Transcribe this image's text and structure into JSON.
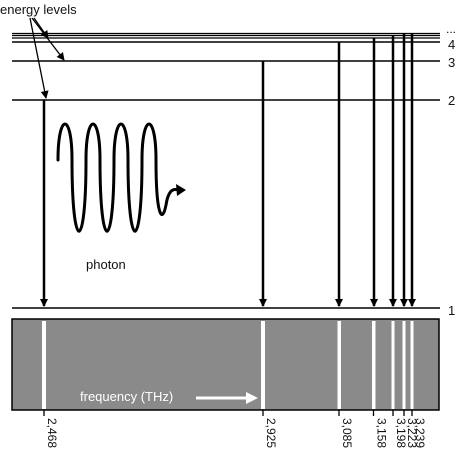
{
  "caption": "energy levels",
  "levels": [
    {
      "label": "1"
    },
    {
      "label": "2"
    },
    {
      "label": "3"
    },
    {
      "label": "4"
    },
    {
      "label": "..."
    }
  ],
  "photon_label": "photon",
  "frequency_label": "frequency (THz)",
  "spectrum": {
    "unit": "THz",
    "background_color": "#8a8a8a",
    "line_color": "#ffffff",
    "lines": [
      {
        "value": "2,468"
      },
      {
        "value": "2,925"
      },
      {
        "value": "3,085"
      },
      {
        "value": "3,158"
      },
      {
        "value": "3,198"
      },
      {
        "value": "3,223"
      },
      {
        "value": "3,239"
      }
    ]
  }
}
